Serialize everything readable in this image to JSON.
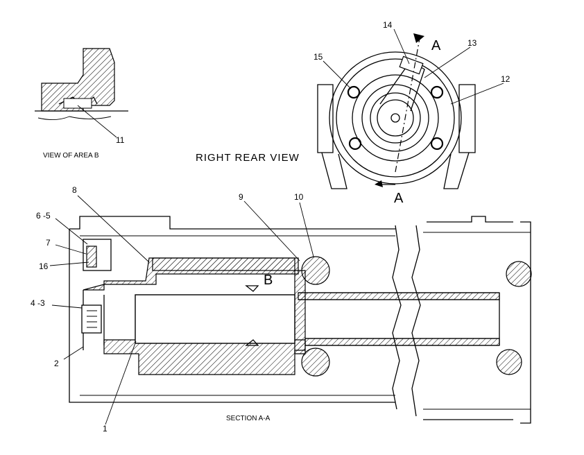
{
  "view_area_b": {
    "caption": "VIEW OF AREA B",
    "callout": "11"
  },
  "right_rear_view": {
    "caption": "RIGHT REAR VIEW",
    "section_mark_top": "A",
    "section_mark_bottom": "A",
    "callouts": {
      "c12": "12",
      "c13": "13",
      "c14": "14",
      "c15": "15"
    }
  },
  "section_view": {
    "caption": "SECTION A-A",
    "area_label": "B",
    "callouts": {
      "c1": "1",
      "c2": "2",
      "c43": "4 -3",
      "c65": "6 -5",
      "c7": "7",
      "c8": "8",
      "c9": "9",
      "c10": "10",
      "c16": "16"
    }
  }
}
